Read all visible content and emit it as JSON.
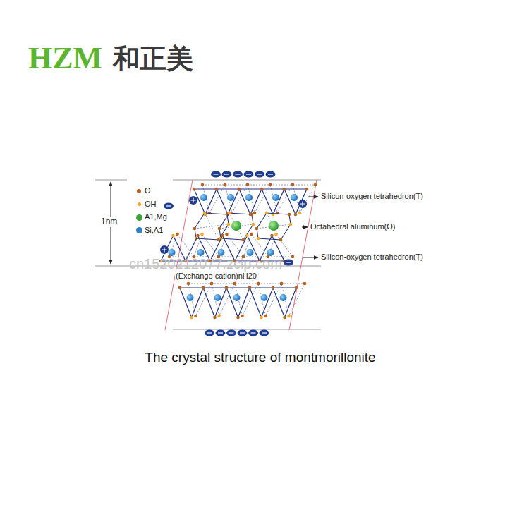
{
  "diagram": {
    "caption": "The crystal structure of montmorillonite",
    "labels": [
      "HZM",
      "和正美",
      "1nm",
      "Silicon-oxygen tetrahedron(T)",
      "Octahedral aluminum(O)",
      "Silicon-oxygen tetrahedron(T)",
      "(Exchange cation)nH20",
      "cn1520212077.zcip.com"
    ],
    "legend": [
      {
        "text": "O",
        "color": "#b8621b"
      },
      {
        "text": "OH",
        "color": "#f5a623"
      },
      {
        "text": "A1,Mg",
        "color": "#3aa635"
      },
      {
        "text": "Si,A1",
        "color": "#2a7fc4"
      }
    ]
  }
}
